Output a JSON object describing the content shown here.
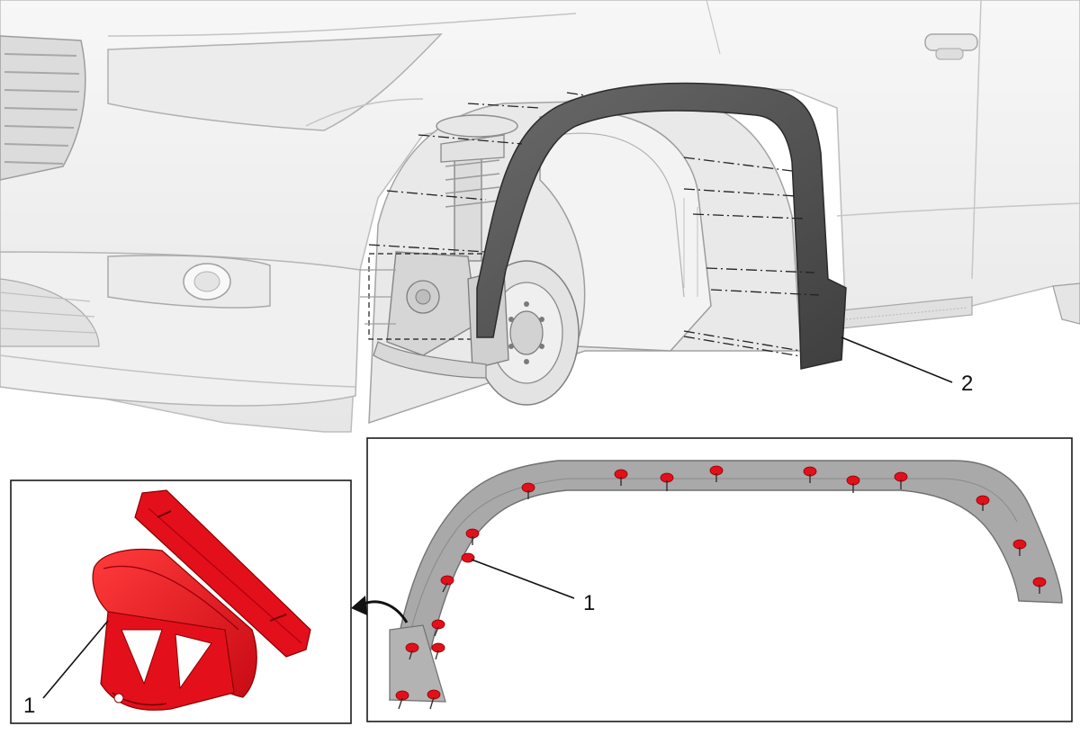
{
  "callouts": {
    "wheelhouse_liner_molding": "2",
    "retainer_on_molding": "1",
    "retainer_detail": "1"
  },
  "colors": {
    "retainer": "#e3101c",
    "molding": "#5a5a5a",
    "molding_back": "#9a9a9a",
    "vehicle_body": "#f2f2f2",
    "outline": "#b5b5b5",
    "frame": "#1a1a1a"
  },
  "icons": [
    "curved-arrow-icon",
    "retainer-clip-icon"
  ]
}
